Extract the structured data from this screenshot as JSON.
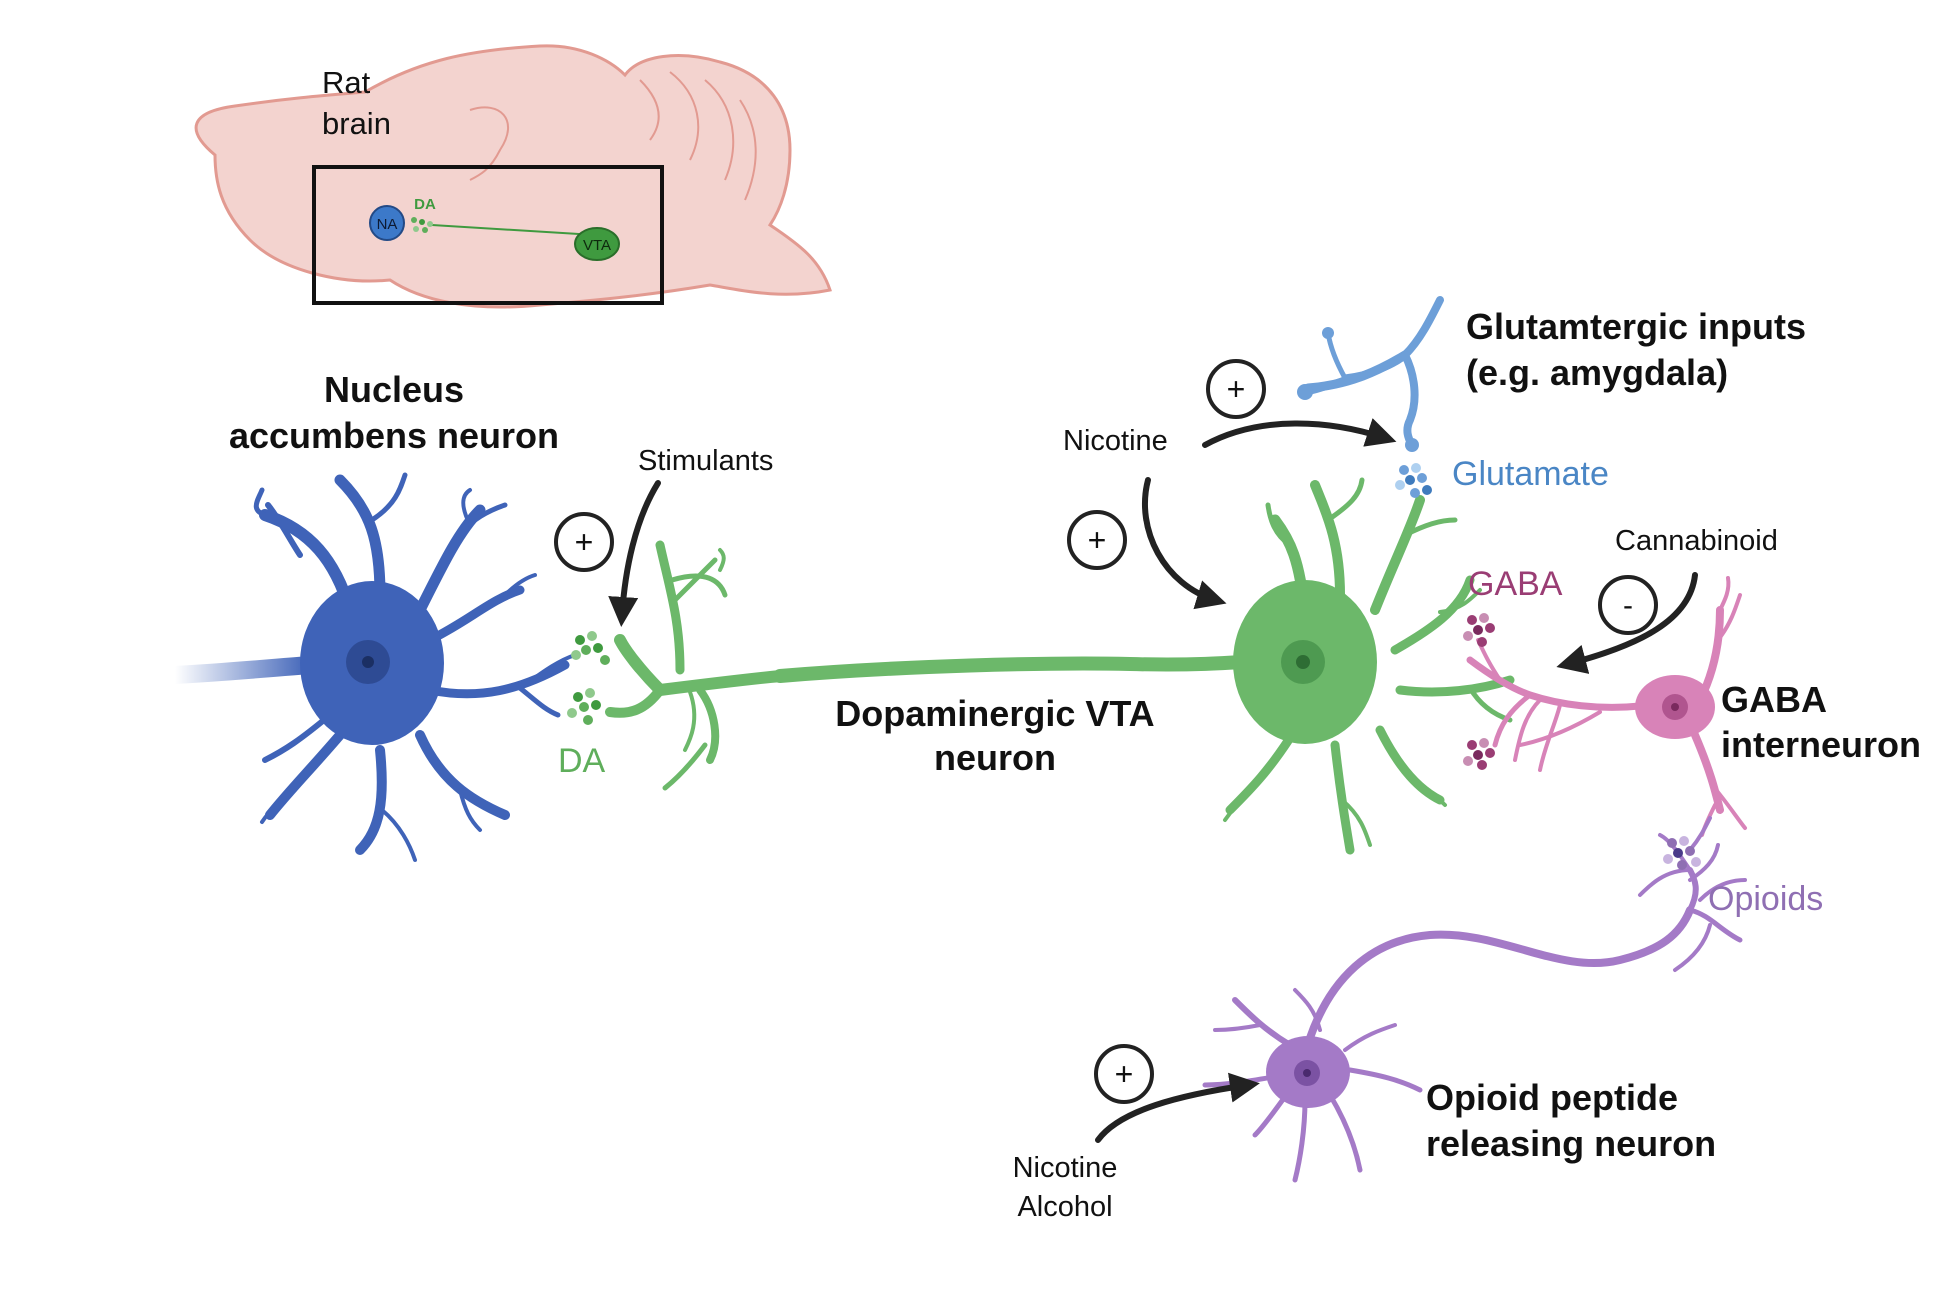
{
  "colors": {
    "brain_fill": "#f3d3cf",
    "brain_stroke": "#e29a91",
    "na_blue": "#3f63b8",
    "na_node": "#3c79c9",
    "vta_green": "#6cb86a",
    "vta_node": "#3f9a3f",
    "da_text": "#5fae5b",
    "glutamate": "#6d9fd8",
    "glutamate_text": "#4a86c5",
    "gaba": "#d883b8",
    "gaba_text": "#9a3d74",
    "opioid": "#a47ac7",
    "opioid_text": "#8f6fb3",
    "dark": "#222222"
  },
  "brain_inset": {
    "title_line1": "Rat",
    "title_line2": "brain",
    "na_label": "NA",
    "da_label": "DA",
    "vta_label": "VTA"
  },
  "labels": {
    "nucleus_line1": "Nucleus",
    "nucleus_line2": "accumbens neuron",
    "stimulants": "Stimulants",
    "da": "DA",
    "dopaminergic_line1": "Dopaminergic VTA",
    "dopaminergic_line2": "neuron",
    "nicotine_top": "Nicotine",
    "glut_inputs_line1": "Glutamtergic inputs",
    "glut_inputs_line2": "(e.g. amygdala)",
    "glutamate": "Glutamate",
    "gaba": "GABA",
    "cannabinoid": "Cannabinoid",
    "gaba_inter_line1": "GABA",
    "gaba_inter_line2": "interneuron",
    "opioids": "Opioids",
    "opioid_neuron_line1": "Opioid peptide",
    "opioid_neuron_line2": "releasing neuron",
    "nicotine_bottom": "Nicotine",
    "alcohol": "Alcohol"
  },
  "signs": {
    "plus": "+",
    "minus": "-"
  }
}
